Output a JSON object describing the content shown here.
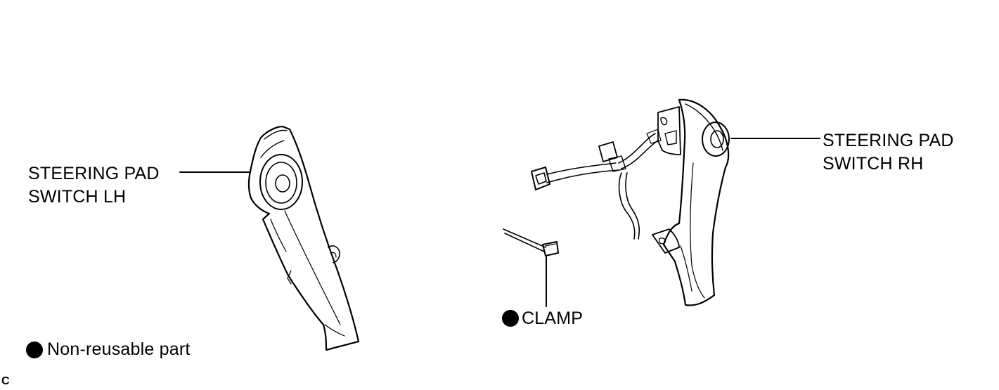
{
  "labels": {
    "lh_line1": "STEERING PAD",
    "lh_line2": "SWITCH LH",
    "rh_line1": "STEERING PAD",
    "rh_line2": "SWITCH RH",
    "clamp": "CLAMP",
    "legend": "Non-reusable part",
    "figure_code": "C"
  },
  "colors": {
    "ink": "#000000",
    "paper": "#ffffff"
  },
  "icons": {
    "non_reusable_marker": "filled-circle-icon"
  }
}
